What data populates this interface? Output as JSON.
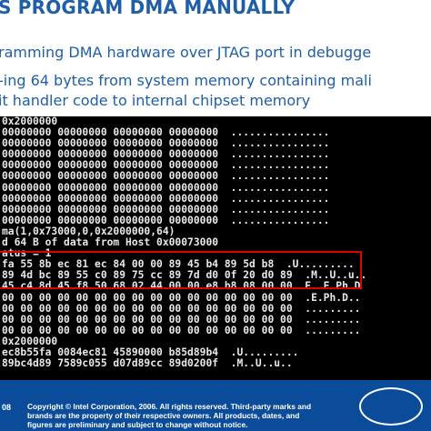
{
  "slide": {
    "title": "S PROGRAM DMA MANUALLY",
    "bullets": [
      "ramming DMA hardware over JTAG port in debugge",
      "-ing 64 bytes from system memory containing mali",
      "it handler code to internal chipset memory"
    ]
  },
  "console": {
    "lines": [
      "0x2000000",
      "00000000 00000000 00000000 00000000  ................",
      "00000000 00000000 00000000 00000000  ................",
      "00000000 00000000 00000000 00000000  ................",
      "00000000 00000000 00000000 00000000  ................",
      "00000000 00000000 00000000 00000000  ................",
      "00000000 00000000 00000000 00000000  ................",
      "00000000 00000000 00000000 00000000  ................",
      "00000000 00000000 00000000 00000000  ................",
      "00000000 00000000 00000000 00000000  ................",
      "ma(1,0x73000,0,0x2000000,64)",
      "d 64 B of data from Host 0x00073000",
      "atus = 1",
      "fa 55 8b ec 81 ec 84 00 00 89 45 b4 89 5d b8  .U.........",
      "89 4d bc 89 55 c0 89 75 cc 89 7d d0 0f 20 d0 89  .M..U..u..",
      "45 c4 8d 45 f8 50 68 02 44 00 00 e8 b8 08 00 00  E..E.Ph.D",
      "00 00 00 00 00 00 00 00 00 00 00 00 00 00 00 00  .E.Ph.D..",
      "00 00 00 00 00 00 00 00 00 00 00 00 00 00 00 00  .........",
      "00 00 00 00 00 00 00 00 00 00 00 00 00 00 00 00  .........",
      "00 00 00 00 00 00 00 00 00 00 00 00 00 00 00 00  .........",
      "0x2000000",
      "ec8b55fa 0084ec81 45890000 b85d89b4  .U.........",
      "89bc4d89 7589c055 d07d89cc 89d0200f  .M..U..u.."
    ]
  },
  "footer": {
    "slide_number": "08",
    "copyright": "Copyright © Intel Corporation, 2006. All rights reserved. Third-party marks and\nbrands are the property of their respective owners. All products, dates, and\nfigures are preliminary and subject to change without notice."
  }
}
